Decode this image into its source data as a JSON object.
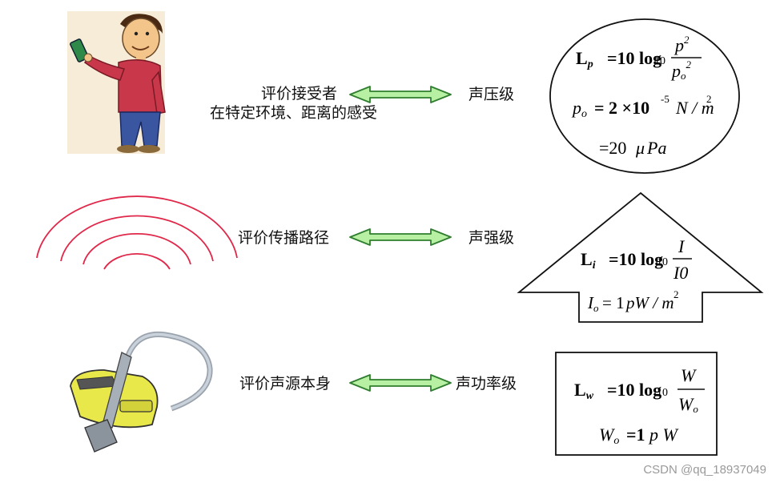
{
  "rows": [
    {
      "desc_line1": "评价接受者",
      "desc_line2": "在特定环境、距离的感受",
      "level": "声压级",
      "formula1": {
        "symbol": "L",
        "sub": "p",
        "eq": "=10 log",
        "base": "10",
        "num_base": "p",
        "num_sup": "2",
        "den_base": "p",
        "den_sub": "o",
        "den_sup": "2"
      },
      "formula2": {
        "lhs_base": "p",
        "lhs_sub": "o",
        "eq": "= 2 ×10",
        "exp": "-5",
        "unit": "N / m",
        "unit_sup": "2"
      },
      "formula3": {
        "text": "=20",
        "mu": "μ",
        "unit": "Pa"
      }
    },
    {
      "desc_line1": "评价传播路径",
      "level": "声强级",
      "formula1": {
        "symbol": "L",
        "sub": "i",
        "eq": "=10 log",
        "base": "10",
        "num": "I",
        "den": "I0"
      },
      "formula2": {
        "lhs_base": "I",
        "lhs_sub": "o",
        "eq": "= 1",
        "unit": "pW / m",
        "unit_sup": "2"
      }
    },
    {
      "desc_line1": "评价声源本身",
      "level": "声功率级",
      "formula1": {
        "symbol": "L",
        "sub": "w",
        "eq": "=10 log",
        "base": "10",
        "num": "W",
        "den_base": "W",
        "den_sub": "o"
      },
      "formula2": {
        "lhs_base": "W",
        "lhs_sub": "o",
        "eq": "=1",
        "unit": "p W"
      }
    }
  ],
  "watermark": "CSDN @qq_18937049",
  "colors": {
    "arrow_fill": "#b7f0a3",
    "arrow_stroke": "#2f7d2f",
    "wave": "#e0284a",
    "person_shirt": "#c9374b",
    "person_pants": "#3b56a0",
    "vacuum": "#e8e84a"
  }
}
